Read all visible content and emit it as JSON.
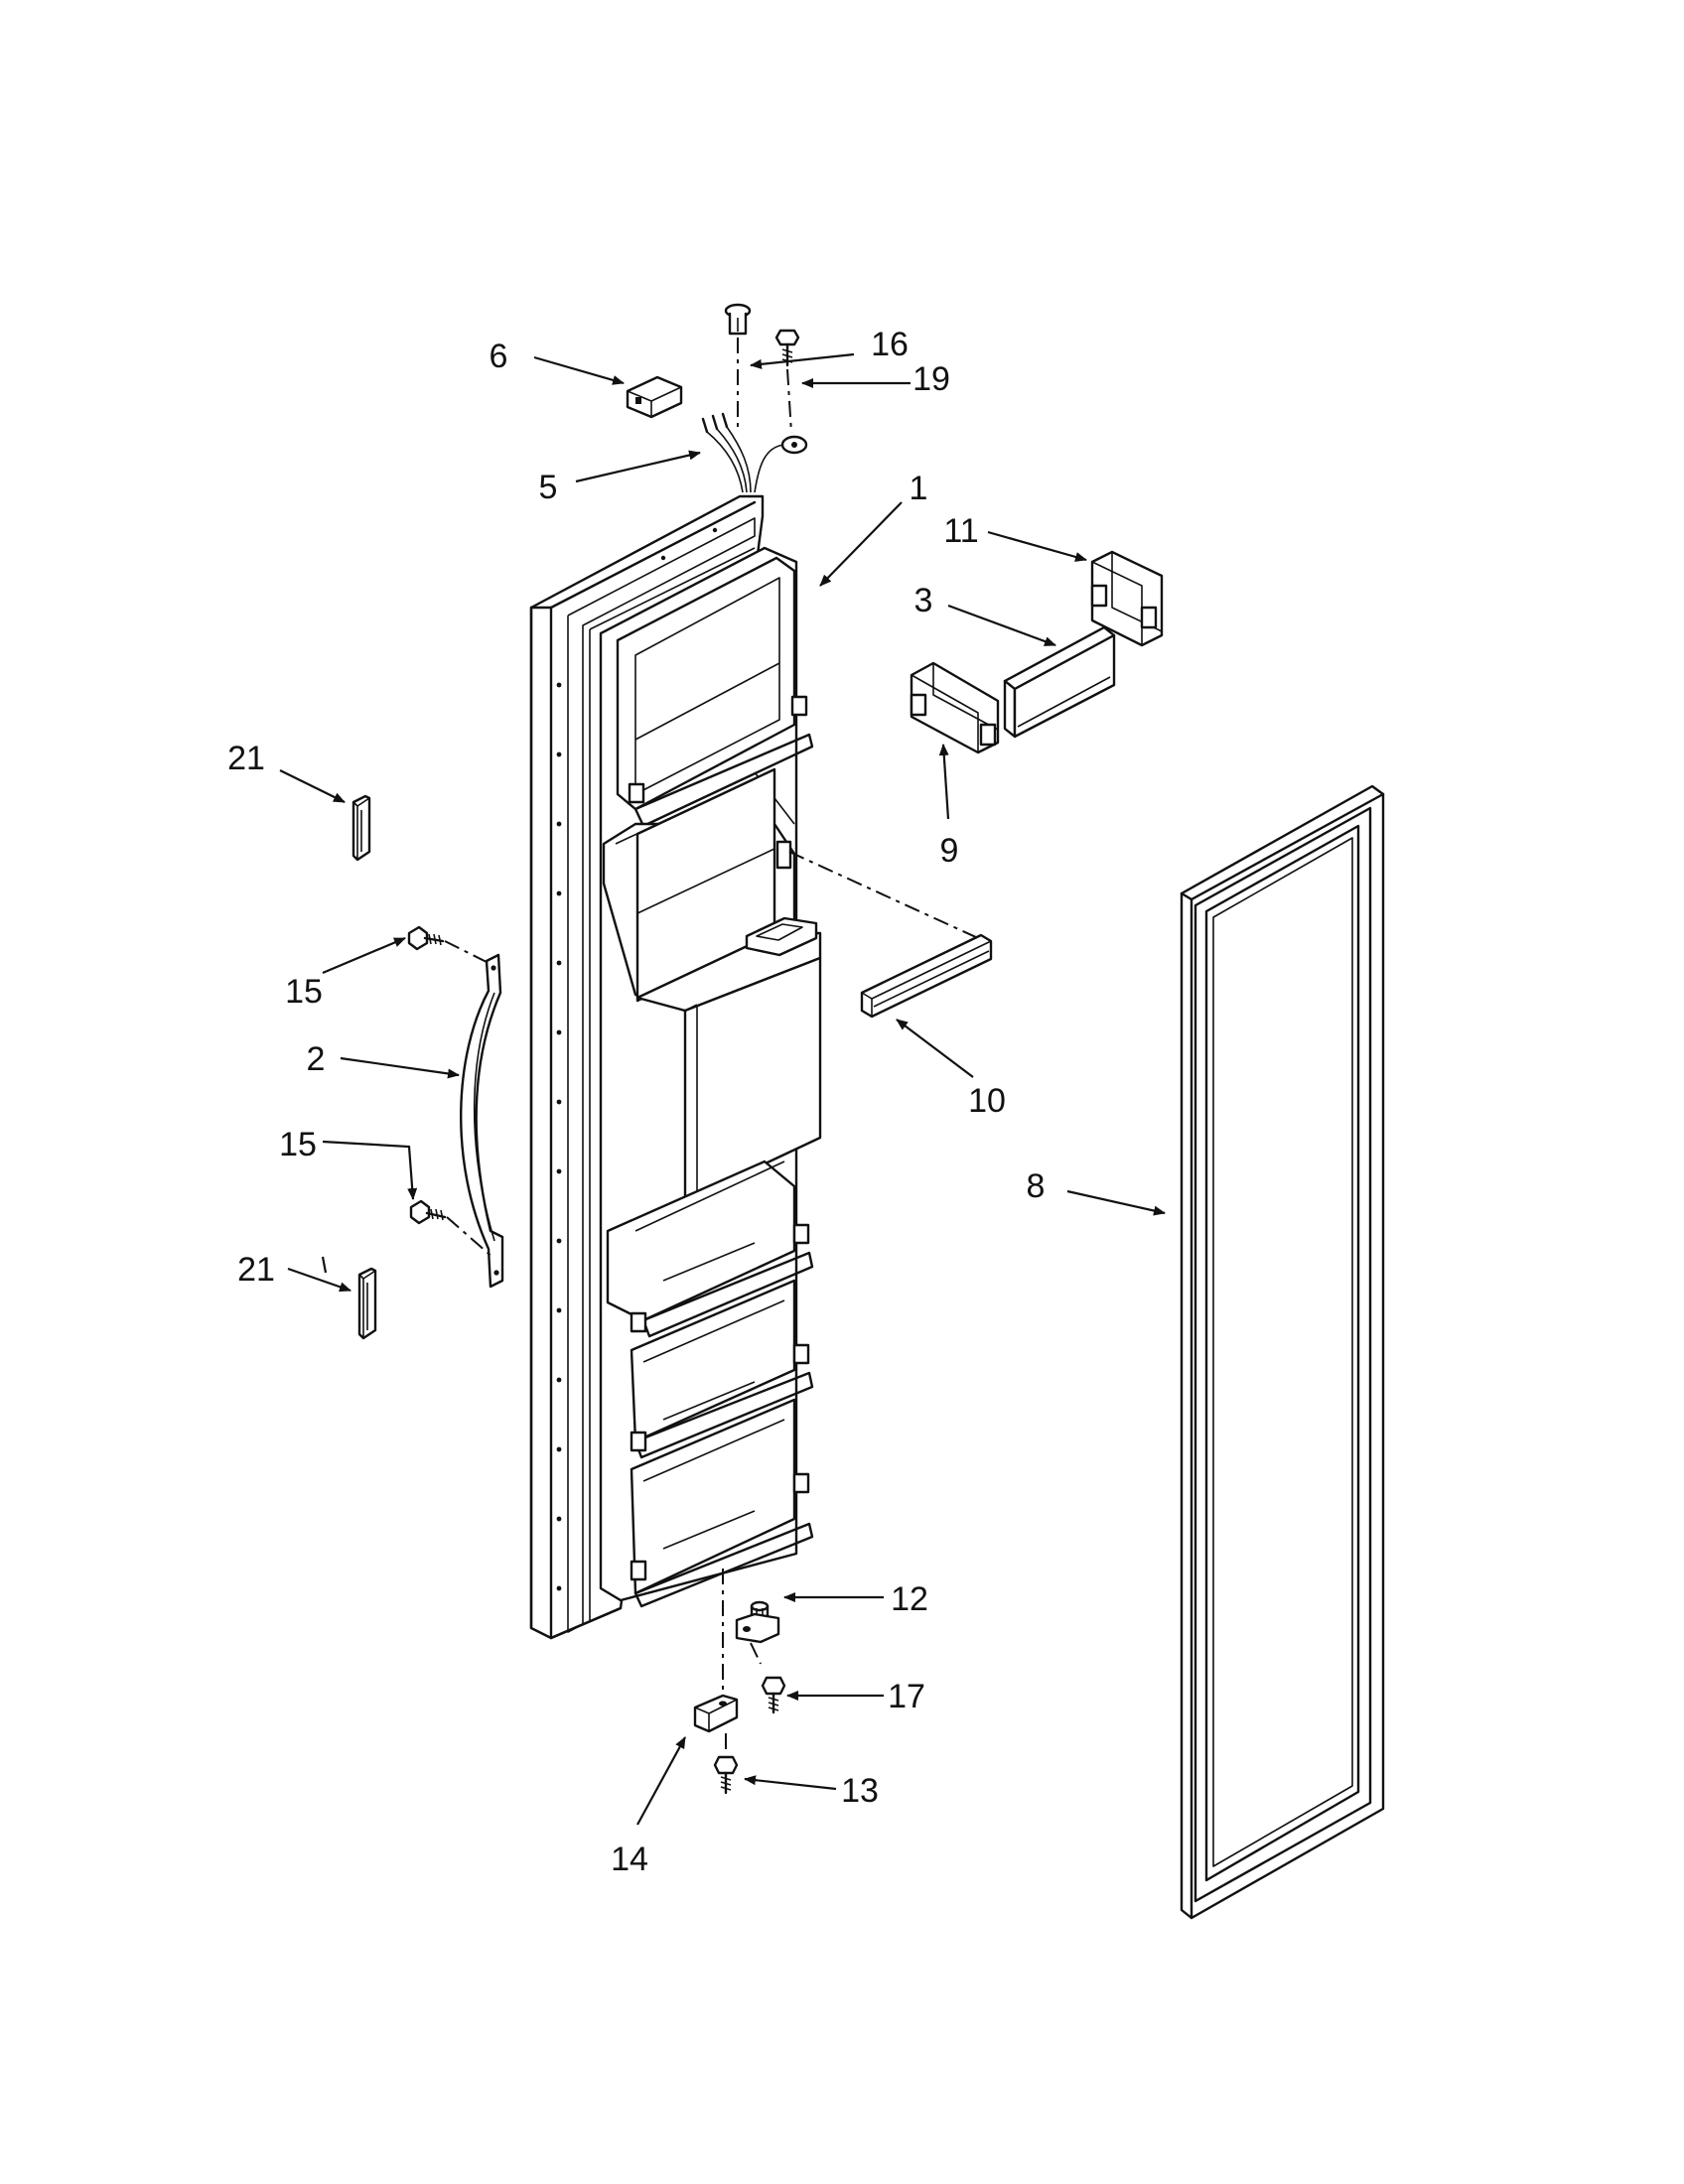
{
  "diagram": {
    "type": "exploded parts diagram",
    "callouts": {
      "c1": "1",
      "c2": "2",
      "c3": "3",
      "c5": "5",
      "c6": "6",
      "c8": "8",
      "c9": "9",
      "c10": "10",
      "c11": "11",
      "c12": "12",
      "c13": "13",
      "c14": "14",
      "c15a": "15",
      "c15b": "15",
      "c16": "16",
      "c17": "17",
      "c19": "19",
      "c21a": "21",
      "c21b": "21"
    },
    "colors": {
      "ink": "#111111",
      "paper": "#ffffff"
    }
  }
}
